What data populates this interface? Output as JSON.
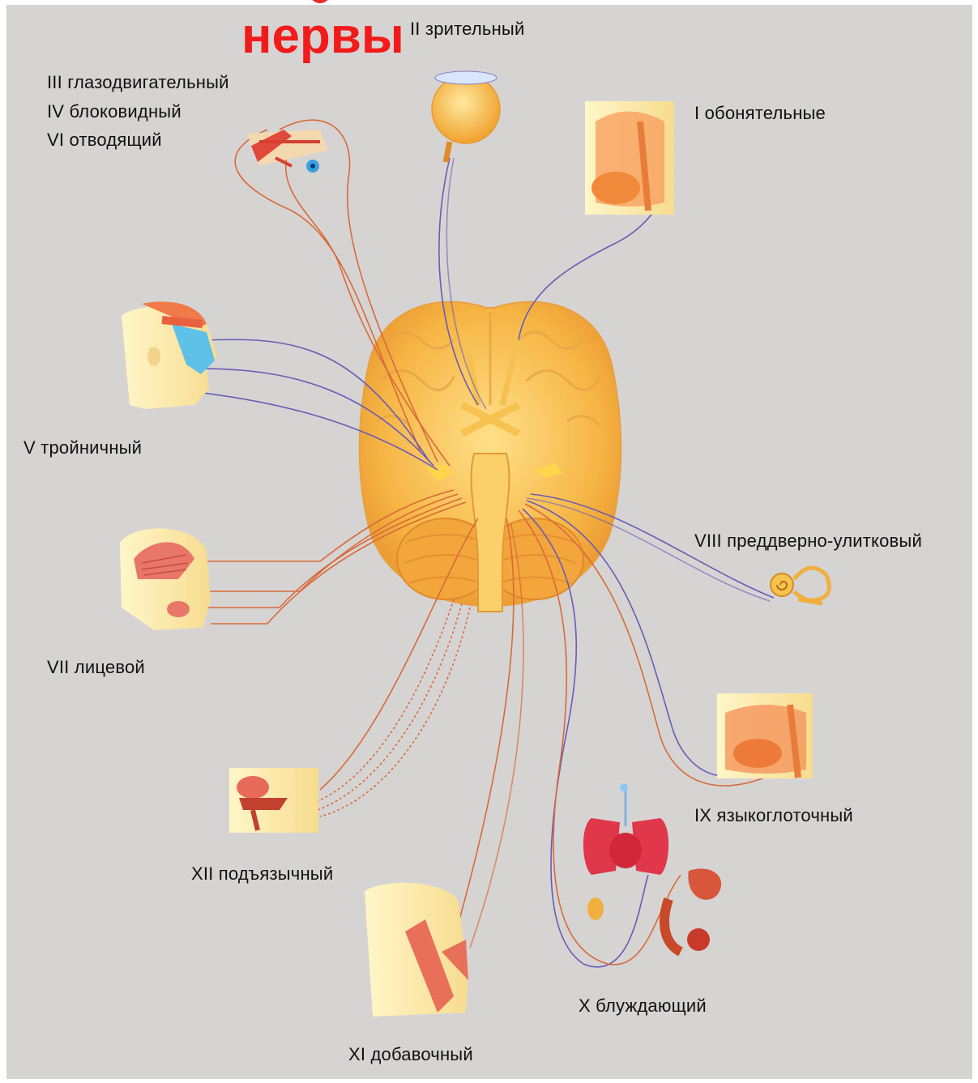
{
  "title": "нервы",
  "colors": {
    "background": "#d6d4d3",
    "title": "#f21b1b",
    "brain": "#f5b042",
    "sensory_nerve": "#6a5bb5",
    "motor_nerve": "#e06a2a"
  },
  "nerves": {
    "olfactory": "I обонятельные",
    "optic": "II зрительный",
    "oculomotor": "III глазодвигательный",
    "trochlear": "IV блоковидный",
    "abducens": "VI отводящий",
    "trigeminal": "V тройничный",
    "facial": "VII лицевой",
    "vestibulocochlear": "VIII преддверно-улитковый",
    "glossopharyngeal": "IX языкоглоточный",
    "vagus": "X блуждающий",
    "accessory": "XI добавочный",
    "hypoglossal": "XII подъязычный"
  }
}
